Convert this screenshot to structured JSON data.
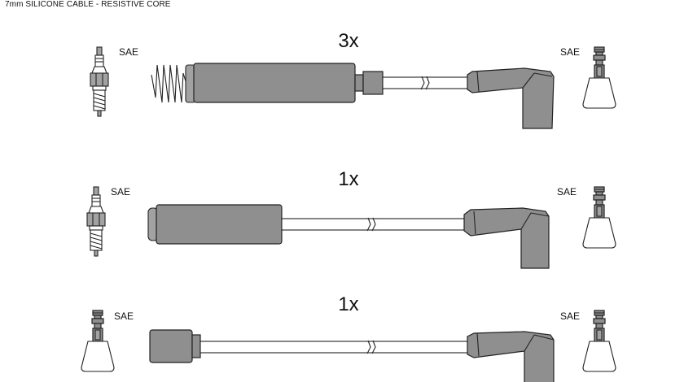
{
  "header": {
    "title": "7mm SILICONE CABLE - RESISTIVE CORE"
  },
  "rows": [
    {
      "quantity": "3x",
      "left_label": "SAE",
      "right_label": "SAE"
    },
    {
      "quantity": "1x",
      "left_label": "SAE",
      "right_label": "SAE"
    },
    {
      "quantity": "1x",
      "left_label": "SAE",
      "right_label": "SAE"
    }
  ],
  "colors": {
    "boot": "#8f8f8f",
    "outline": "#222222",
    "background": "#ffffff"
  }
}
